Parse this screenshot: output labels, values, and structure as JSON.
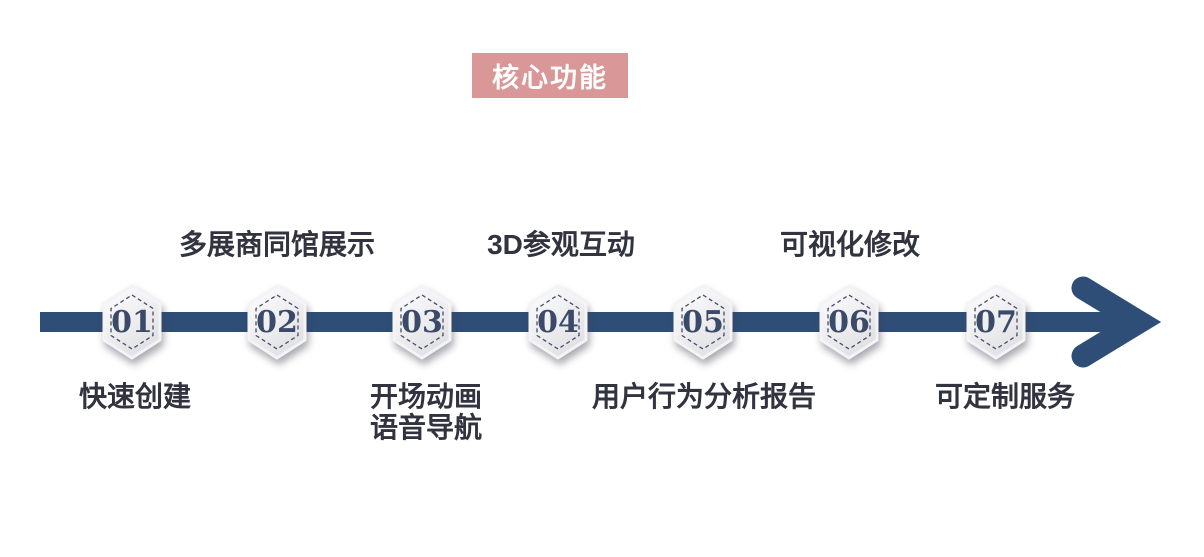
{
  "title": "核心功能",
  "colors": {
    "badge_pink": "#d99797",
    "timeline_blue": "#2e4e77",
    "number_navy": "#3c4a6a",
    "label_dark": "#31343f"
  },
  "timeline": {
    "direction": "left-to-right-arrow",
    "nodes": [
      {
        "number": "01",
        "label_position": "below",
        "label_lines": [
          "快速创建"
        ]
      },
      {
        "number": "02",
        "label_position": "above",
        "label_lines": [
          "多展商同馆展示"
        ]
      },
      {
        "number": "03",
        "label_position": "below",
        "label_lines": [
          "开场动画",
          "语音导航"
        ]
      },
      {
        "number": "04",
        "label_position": "above",
        "label_lines": [
          "3D参观互动"
        ]
      },
      {
        "number": "05",
        "label_position": "below",
        "label_lines": [
          "用户行为分析报告"
        ]
      },
      {
        "number": "06",
        "label_position": "above",
        "label_lines": [
          "可视化修改"
        ]
      },
      {
        "number": "07",
        "label_position": "below",
        "label_lines": [
          "可定制服务"
        ]
      }
    ]
  }
}
